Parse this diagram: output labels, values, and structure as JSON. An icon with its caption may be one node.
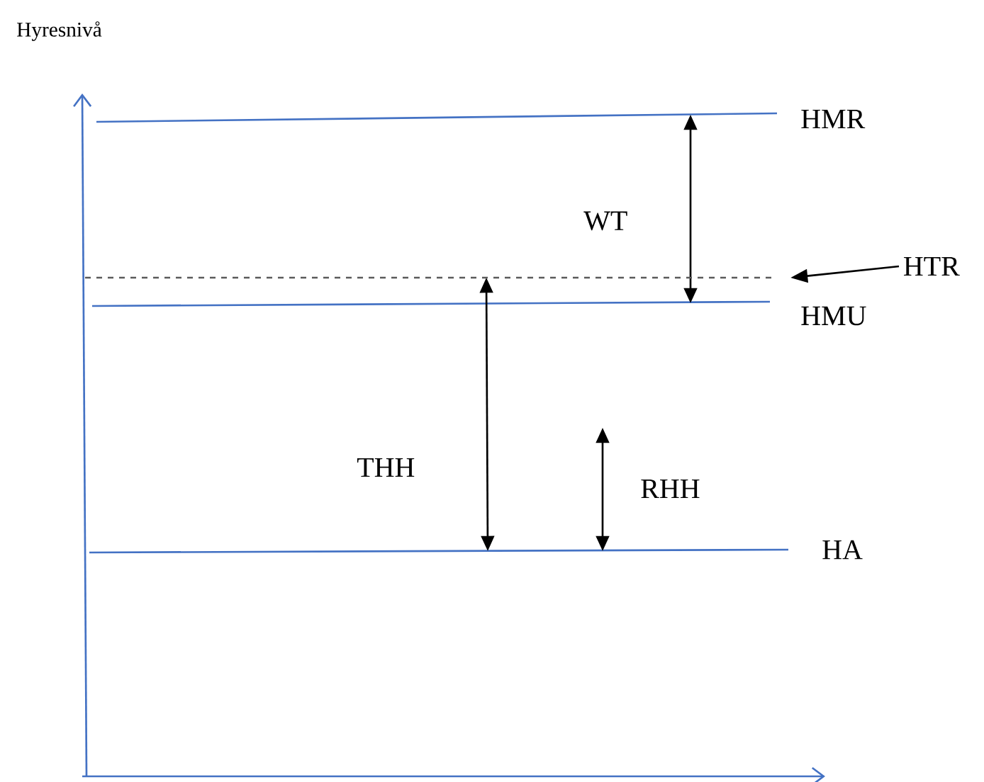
{
  "diagram": {
    "nodes": [
      {
        "text": [
          "HTR"
        ]
      },
      {
        "text": [],
        "shape": "line"
      }
    ],
    "edges": [
      {
        "from": 0,
        "to": 1,
        "arrow": "to"
      }
    ],
    "labels": [
      "Hyresnivå",
      "HMR",
      "WT",
      "HMU",
      "THH",
      "RHH",
      "HA"
    ]
  }
}
